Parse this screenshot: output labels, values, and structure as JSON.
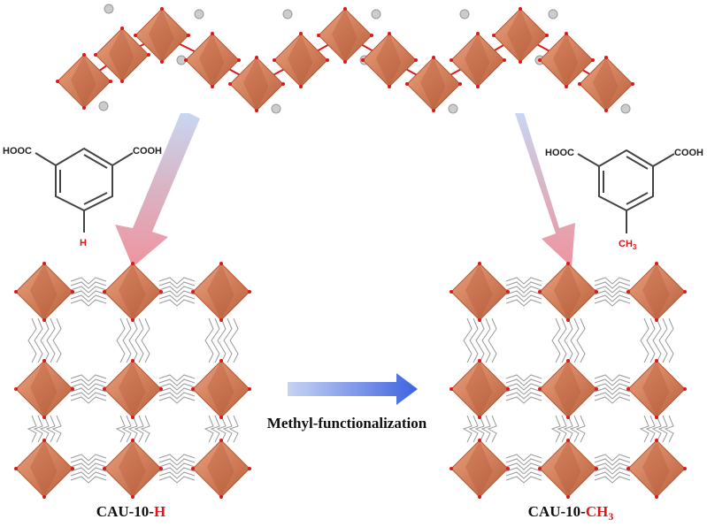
{
  "linker_h": {
    "left_group": "HOOC",
    "right_group": "COOH",
    "substituent": "H"
  },
  "linker_ch3": {
    "left_group": "HOOC",
    "right_group": "COOH",
    "substituent_main": "CH",
    "substituent_sub": "3"
  },
  "process_label": "Methyl-functionalization",
  "framework_h": {
    "prefix": "CAU-10-",
    "suffix": "H"
  },
  "framework_ch3": {
    "prefix": "CAU-10-",
    "suffix_main": "CH",
    "suffix_sub": "3"
  },
  "colors": {
    "polyhedron": "#d9805a",
    "polyhedron_dark": "#b45a38",
    "oxygen": "#e0161b",
    "linker": "#9a9a9a",
    "accent": "#e0161b",
    "arrow_blue": "#4a6fe0",
    "arrow_pink": "#ef8a98"
  }
}
